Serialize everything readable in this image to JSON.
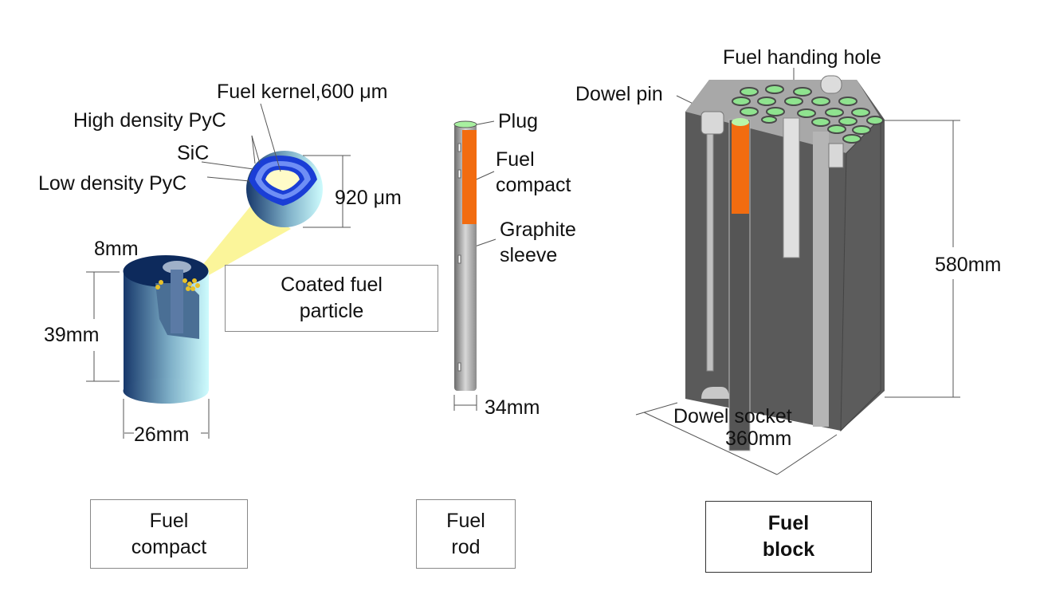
{
  "particle": {
    "kernel_label": "Fuel kernel,600 μm",
    "high_pyc_label": "High density PyC",
    "sic_label": "SiC",
    "low_pyc_label": "Low density PyC",
    "diameter_label": "920 μm",
    "box_line1": "Coated fuel",
    "box_line2": "particle"
  },
  "compact": {
    "hole_label": "8mm",
    "height_label": "39mm",
    "width_label": "26mm",
    "caption_line1": "Fuel",
    "caption_line2": "compact"
  },
  "rod": {
    "plug_label": "Plug",
    "compact_line1": "Fuel",
    "compact_line2": "compact",
    "sleeve_line1": "Graphite",
    "sleeve_line2": "sleeve",
    "width_label": "34mm",
    "caption_line1": "Fuel",
    "caption_line2": "rod"
  },
  "block": {
    "handling_hole_label": "Fuel handing hole",
    "dowel_pin_label": "Dowel pin",
    "height_label": "580mm",
    "dowel_socket_label": "Dowel socket",
    "width_label": "360mm",
    "caption_line1": "Fuel",
    "caption_line2": "block"
  },
  "colors": {
    "compact_dark": "#0d2a5c",
    "compact_light": "#c8f8fa",
    "fuel_orange": "#f26c10",
    "block_gray": "#5a5a5a",
    "hole_green": "#8fe38f",
    "particle_blue": "#1a3ed6"
  }
}
